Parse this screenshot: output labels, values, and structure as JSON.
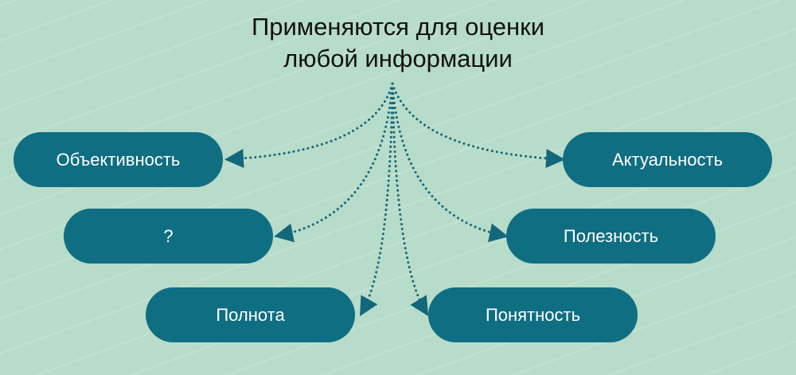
{
  "title": {
    "line1": "Применяются для оценки",
    "line2": "любой информации"
  },
  "properties": {
    "left": [
      "Объективность",
      "?",
      "Полнота"
    ],
    "right": [
      "Актуальность",
      "Полезность",
      "Понятность"
    ]
  },
  "colors": {
    "background": "#b7dcc9",
    "pill": "#0f6e82",
    "arrow": "#13677a"
  }
}
